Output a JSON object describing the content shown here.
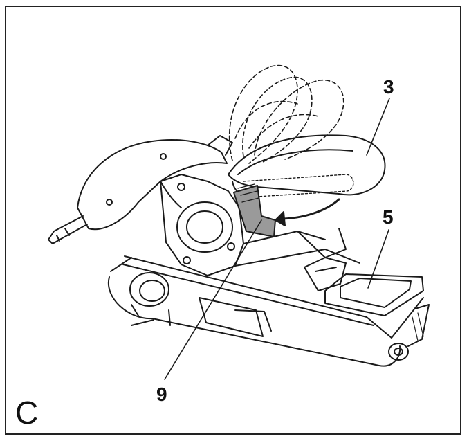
{
  "figure": {
    "label": "C",
    "callouts": {
      "handle": "3",
      "front_grip": "5",
      "lever": "9"
    }
  },
  "colors": {
    "line": "#1a1a1a",
    "lever_fill": "#9a9a9a",
    "background": "#ffffff"
  }
}
